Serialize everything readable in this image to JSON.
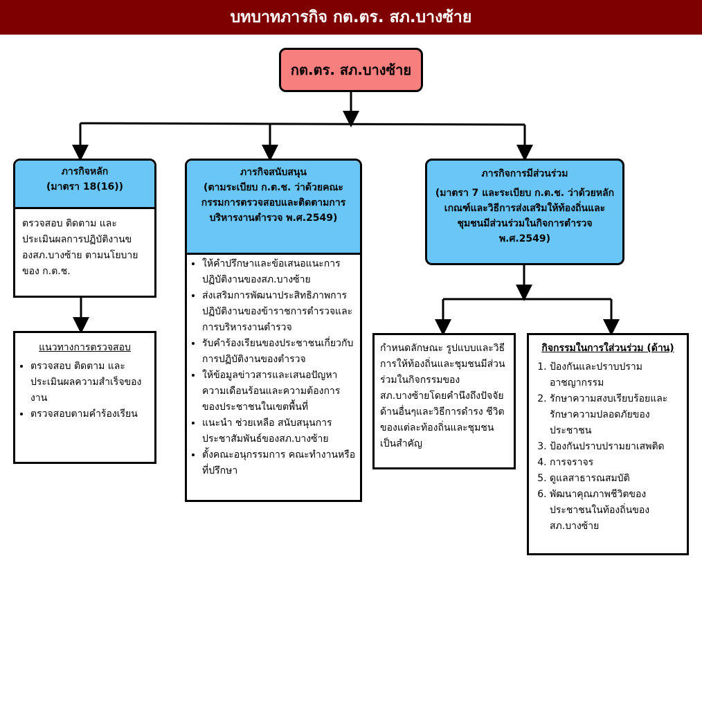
{
  "banner_title": "บทบาทภารกิจ กต.ตร. สภ.บางซ้าย",
  "root_label": "กต.ตร. สภ.บางซ้าย",
  "main_mission": {
    "title": "ภารกิจหลัก",
    "subtitle": "(มาตรา 18(16))",
    "body": "ตรวจสอบ ติดตาม และประเมินผลการปฏิบัติงานของสภ.บางซ้าย ตามนโยบายของ ก.ต.ช."
  },
  "inspection_guideline": {
    "title": "แนวทางการตรวจสอบ",
    "items": [
      "ตรวจสอบ ติดตาม และประเมินผลความสำเร็จของงาน",
      "ตรวจสอบตามคำร้องเรียน"
    ]
  },
  "support_mission": {
    "title": "ภารกิจสนับสนุน",
    "subtitle": "(ตามระเบียบ ก.ต.ช. ว่าด้วยคณะกรรมการตรวจสอบและติดตามการบริหารงานตำรวจ พ.ศ.2549)",
    "items": [
      "ให้คำปรึกษาและข้อเสนอแนะการปฏิบัติงานของสภ.บางซ้าย",
      "ส่งเสริมการพัฒนาประสิทธิภาพการปฏิบัติงานของข้าราชการตำรวจและการบริหารงานตำรวจ",
      "รับคำร้องเรียนของประชาชนเกี่ยวกับการปฏิบัติงานของตำรวจ",
      "ให้ข้อมูลข่าวสารและเสนอปัญหาความเดือนร้อนและความต้องการของประชาชนในเขตพื้นที่",
      "แนะนำ ช่วยเหลือ สนับสนุนการประชาสัมพันธ์ของสภ.บางซ้าย",
      "ตั้งคณะอนุกรรมการ คณะทำงานหรือที่ปรึกษา"
    ]
  },
  "participation_mission": {
    "title": "ภารกิจการมีส่วนร่วม",
    "subtitle": "(มาตรา 7 และระเบียบ ก.ต.ช. ว่าด้วยหลักเกณฑ์และวิธีการส่งเสริมให้ท้องถิ่นและชุมชนมีส่วนร่วมในกิจการตำรวจ พ.ศ.2549)"
  },
  "participation_method": {
    "body": "กำหนดลักษณะ รูปแบบและวิธีการให้ท้องถิ่นและชุมชนมีส่วนร่วมในกิจกรรมของสภ.บางซ้ายโดยคำนึงถึงปัจจัยด้านอื่นๆและวิธีการดำรง ชีวิตของแต่ละท้องถิ่นและชุมชนเป็นสำคัญ"
  },
  "participation_activities": {
    "title": "กิจกรรมในการใส่วนร่วม (ด้าน)",
    "items": [
      "ป้องกันและปราบปรามอาชญากรรม",
      "รักษาความสงบเรียบร้อยและรักษาความปลอดภัยของประชาชน",
      "ป้องกันปราบปรามยาเสพติด",
      "การจราจร",
      "ดูแลสาธารณสมบัติ",
      "พัฒนาคุณภาพชีวิตของประชาชนในท้องถิ่นของสภ.บางซ้าย"
    ]
  }
}
